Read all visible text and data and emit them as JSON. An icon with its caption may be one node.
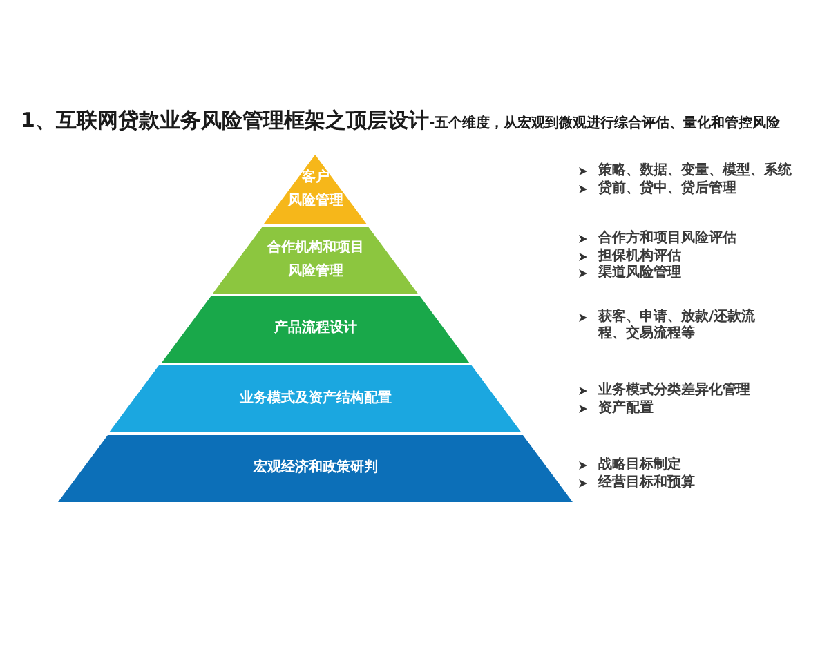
{
  "diagram": {
    "title": "1、互联网贷款业务风险管理框架之顶层设计",
    "nodes": [
      {
        "text": [
          "客户风险管理"
        ]
      },
      {
        "text": [
          "合作机构和项目风险管理"
        ]
      },
      {
        "text": [
          "产品流程设计"
        ]
      },
      {
        "text": [
          "业务模式及资产结构配置"
        ]
      },
      {
        "text": [
          "宏观经济和政策研判"
        ]
      }
    ],
    "labels": [
      "-五个维度，从宏观到微观进行综合评估、量化和管控风险",
      "策略、数据、变量、模型、系统",
      "贷前、贷中、贷后管理",
      "合作方和项目风险评估",
      "担保机构评估",
      "渠道风险管理",
      "获客、申请、放款/还款流程、交易流程等",
      "业务模式分类差异化管理",
      "资产配置",
      "战略目标制定",
      "经营目标和预算"
    ]
  }
}
